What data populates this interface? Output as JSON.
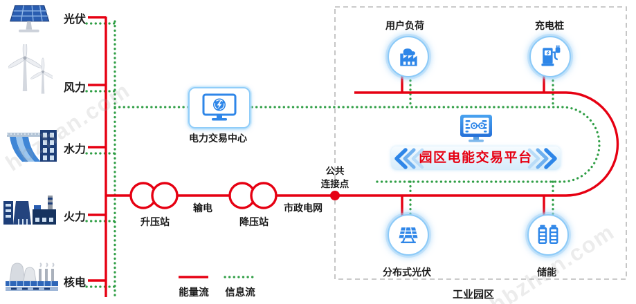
{
  "sources": [
    {
      "label": "光伏",
      "icon": "solar-panel-icon"
    },
    {
      "label": "风力",
      "icon": "wind-turbine-icon"
    },
    {
      "label": "水力",
      "icon": "hydro-dam-icon"
    },
    {
      "label": "火力",
      "icon": "thermal-plant-icon"
    },
    {
      "label": "核电",
      "icon": "nuclear-plant-icon"
    }
  ],
  "grid": {
    "trading_center": "电力交易中心",
    "step_up_station": "升压站",
    "transmission": "输电",
    "step_down_station": "降压站",
    "municipal_grid": "市政电网",
    "pcc": "公共\n连接点"
  },
  "park": {
    "title": "工业园区",
    "platform": "园区电能交易平台",
    "user_load": "用户负荷",
    "charging_pile": "充电桩",
    "distributed_pv": "分布式光伏",
    "storage": "储能"
  },
  "legend": {
    "energy_flow": "能量流",
    "info_flow": "信息流"
  },
  "watermark": "hbzhan.com",
  "colors": {
    "energy_flow_red": "#e60012",
    "info_flow_green": "#2f9e45",
    "icon_blue": "#2e86e8",
    "park_border_gray": "#b8b8b8"
  }
}
